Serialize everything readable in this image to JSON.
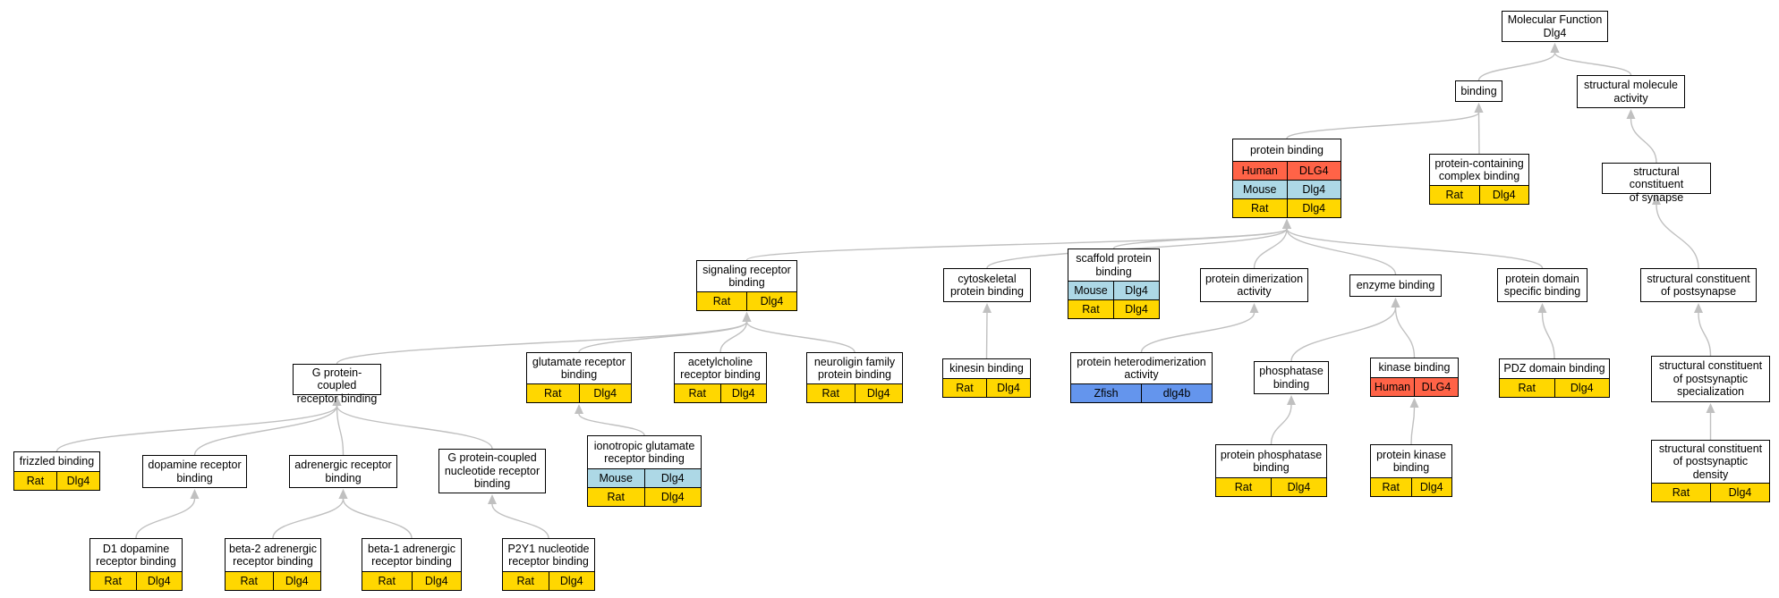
{
  "species_colors": {
    "Rat": "#ffd700",
    "Human": "#ff6347",
    "Mouse": "#add8e6",
    "Zfish": "#6495ed"
  },
  "edge_color": "#c0c0c0",
  "nodes": [
    {
      "id": "mf",
      "title": [
        "Molecular Function",
        "Dlg4"
      ],
      "rows": []
    },
    {
      "id": "binding",
      "title": [
        "binding"
      ],
      "rows": []
    },
    {
      "id": "sma",
      "title": [
        "structural molecule",
        "activity"
      ],
      "rows": []
    },
    {
      "id": "pb",
      "title": [
        "protein binding"
      ],
      "rows": [
        [
          "Human",
          "DLG4"
        ],
        [
          "Mouse",
          "Dlg4"
        ],
        [
          "Rat",
          "Dlg4"
        ]
      ]
    },
    {
      "id": "pccb",
      "title": [
        "protein-containing",
        "complex binding"
      ],
      "rows": [
        [
          "Rat",
          "Dlg4"
        ]
      ]
    },
    {
      "id": "scs",
      "title": [
        "structural constituent",
        "of synapse"
      ],
      "rows": []
    },
    {
      "id": "srb",
      "title": [
        "signaling receptor",
        "binding"
      ],
      "rows": [
        [
          "Rat",
          "Dlg4"
        ]
      ]
    },
    {
      "id": "cpb",
      "title": [
        "cytoskeletal",
        "protein binding"
      ],
      "rows": []
    },
    {
      "id": "spb",
      "title": [
        "scaffold protein",
        "binding"
      ],
      "rows": [
        [
          "Mouse",
          "Dlg4"
        ],
        [
          "Rat",
          "Dlg4"
        ]
      ]
    },
    {
      "id": "pda",
      "title": [
        "protein dimerization",
        "activity"
      ],
      "rows": []
    },
    {
      "id": "eb",
      "title": [
        "enzyme binding"
      ],
      "rows": []
    },
    {
      "id": "pdsb",
      "title": [
        "protein domain",
        "specific binding"
      ],
      "rows": []
    },
    {
      "id": "scpost",
      "title": [
        "structural constituent",
        "of postsynapse"
      ],
      "rows": []
    },
    {
      "id": "gpcrb",
      "title": [
        "G protein-coupled",
        "receptor binding"
      ],
      "rows": []
    },
    {
      "id": "grb",
      "title": [
        "glutamate receptor",
        "binding"
      ],
      "rows": [
        [
          "Rat",
          "Dlg4"
        ]
      ]
    },
    {
      "id": "acrb",
      "title": [
        "acetylcholine",
        "receptor binding"
      ],
      "rows": [
        [
          "Rat",
          "Dlg4"
        ]
      ]
    },
    {
      "id": "nfpb",
      "title": [
        "neuroligin family",
        "protein binding"
      ],
      "rows": [
        [
          "Rat",
          "Dlg4"
        ]
      ]
    },
    {
      "id": "kinb",
      "title": [
        "kinesin binding"
      ],
      "rows": [
        [
          "Rat",
          "Dlg4"
        ]
      ]
    },
    {
      "id": "phda",
      "title": [
        "protein heterodimerization",
        "activity"
      ],
      "rows": [
        [
          "Zfish",
          "dlg4b"
        ]
      ]
    },
    {
      "id": "phb",
      "title": [
        "phosphatase",
        "binding"
      ],
      "rows": []
    },
    {
      "id": "kb",
      "title": [
        "kinase binding"
      ],
      "rows": [
        [
          "Human",
          "DLG4"
        ]
      ]
    },
    {
      "id": "pdzb",
      "title": [
        "PDZ domain binding"
      ],
      "rows": [
        [
          "Rat",
          "Dlg4"
        ]
      ]
    },
    {
      "id": "scpsd",
      "title": [
        "structural constituent",
        "of postsynaptic",
        "specialization"
      ],
      "rows": []
    },
    {
      "id": "fzb",
      "title": [
        "frizzled binding"
      ],
      "rows": [
        [
          "Rat",
          "Dlg4"
        ]
      ]
    },
    {
      "id": "drb",
      "title": [
        "dopamine receptor",
        "binding"
      ],
      "rows": []
    },
    {
      "id": "arb",
      "title": [
        "adrenergic receptor",
        "binding"
      ],
      "rows": []
    },
    {
      "id": "gpnrb",
      "title": [
        "G protein-coupled",
        "nucleotide receptor",
        "binding"
      ],
      "rows": []
    },
    {
      "id": "igrb",
      "title": [
        "ionotropic glutamate",
        "receptor binding"
      ],
      "rows": [
        [
          "Mouse",
          "Dlg4"
        ],
        [
          "Rat",
          "Dlg4"
        ]
      ]
    },
    {
      "id": "pphb",
      "title": [
        "protein phosphatase",
        "binding"
      ],
      "rows": [
        [
          "Rat",
          "Dlg4"
        ]
      ]
    },
    {
      "id": "pkb",
      "title": [
        "protein kinase",
        "binding"
      ],
      "rows": [
        [
          "Rat",
          "Dlg4"
        ]
      ]
    },
    {
      "id": "scpdens",
      "title": [
        "structural constituent",
        "of postsynaptic",
        "density"
      ],
      "rows": [
        [
          "Rat",
          "Dlg4"
        ]
      ]
    },
    {
      "id": "d1b",
      "title": [
        "D1 dopamine",
        "receptor binding"
      ],
      "rows": [
        [
          "Rat",
          "Dlg4"
        ]
      ]
    },
    {
      "id": "b2b",
      "title": [
        "beta-2 adrenergic",
        "receptor binding"
      ],
      "rows": [
        [
          "Rat",
          "Dlg4"
        ]
      ]
    },
    {
      "id": "b1b",
      "title": [
        "beta-1 adrenergic",
        "receptor binding"
      ],
      "rows": [
        [
          "Rat",
          "Dlg4"
        ]
      ]
    },
    {
      "id": "p2y1b",
      "title": [
        "P2Y1 nucleotide",
        "receptor binding"
      ],
      "rows": [
        [
          "Rat",
          "Dlg4"
        ]
      ]
    }
  ],
  "edges": [
    [
      "binding",
      "mf"
    ],
    [
      "sma",
      "mf"
    ],
    [
      "pb",
      "binding"
    ],
    [
      "pccb",
      "binding"
    ],
    [
      "scs",
      "sma"
    ],
    [
      "srb",
      "pb"
    ],
    [
      "cpb",
      "pb"
    ],
    [
      "spb",
      "pb"
    ],
    [
      "pda",
      "pb"
    ],
    [
      "eb",
      "pb"
    ],
    [
      "pdsb",
      "pb"
    ],
    [
      "scpost",
      "scs"
    ],
    [
      "gpcrb",
      "srb"
    ],
    [
      "grb",
      "srb"
    ],
    [
      "acrb",
      "srb"
    ],
    [
      "nfpb",
      "srb"
    ],
    [
      "kinb",
      "cpb"
    ],
    [
      "phda",
      "pda"
    ],
    [
      "phb",
      "eb"
    ],
    [
      "kb",
      "eb"
    ],
    [
      "pdzb",
      "pdsb"
    ],
    [
      "scpsd",
      "scpost"
    ],
    [
      "fzb",
      "gpcrb"
    ],
    [
      "drb",
      "gpcrb"
    ],
    [
      "arb",
      "gpcrb"
    ],
    [
      "gpnrb",
      "gpcrb"
    ],
    [
      "igrb",
      "grb"
    ],
    [
      "pphb",
      "phb"
    ],
    [
      "pkb",
      "kb"
    ],
    [
      "scpdens",
      "scpsd"
    ],
    [
      "d1b",
      "drb"
    ],
    [
      "b2b",
      "arb"
    ],
    [
      "b1b",
      "arb"
    ],
    [
      "p2y1b",
      "gpnrb"
    ]
  ]
}
